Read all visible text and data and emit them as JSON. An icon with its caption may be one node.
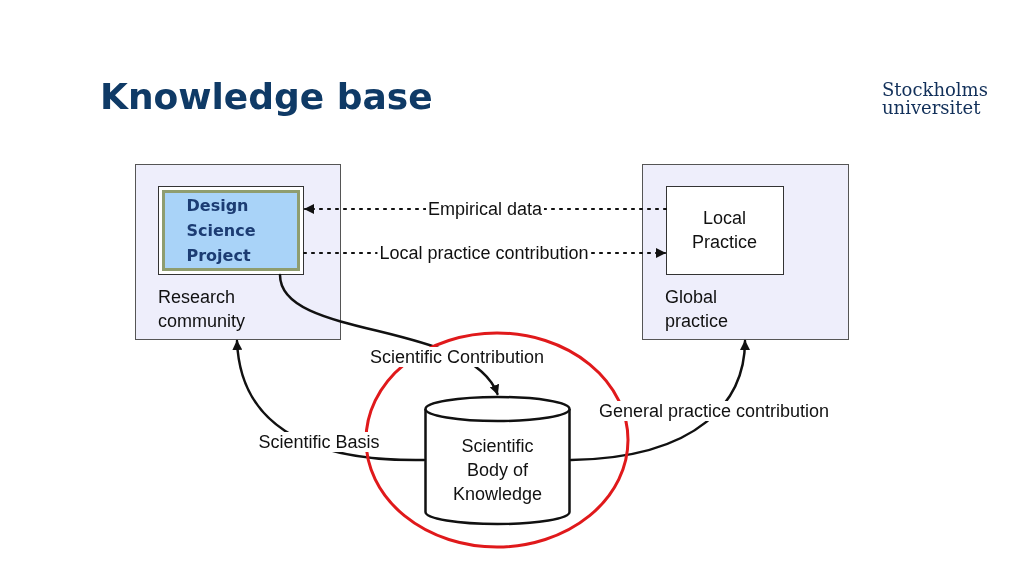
{
  "diagram": {
    "title": "Knowledge base",
    "nodes": [
      {
        "text": [
          "Research community"
        ]
      },
      {
        "text": [
          "Design Science Project"
        ],
        "in": 0
      },
      {
        "text": [
          "Global practice"
        ]
      },
      {
        "text": [
          "Local Practice"
        ],
        "in": 2
      },
      {
        "text": [
          "Scientific Body of Knowledge"
        ]
      }
    ],
    "edges": [
      {
        "from": 3,
        "to": 1,
        "arrow": "to",
        "label": "Empirical data",
        "style": "dashed"
      },
      {
        "from": 1,
        "to": 3,
        "arrow": "to",
        "label": "Local practice contribution",
        "style": "dashed"
      },
      {
        "from": 1,
        "to": 4,
        "arrow": "to",
        "label": "Scientific Contribution"
      },
      {
        "from": 4,
        "to": 0,
        "arrow": "to",
        "label": "Scientific Basis"
      },
      {
        "from": 4,
        "to": 2,
        "arrow": "to",
        "label": "General practice contribution"
      }
    ],
    "labels": [
      "Stockholms universitet"
    ]
  }
}
